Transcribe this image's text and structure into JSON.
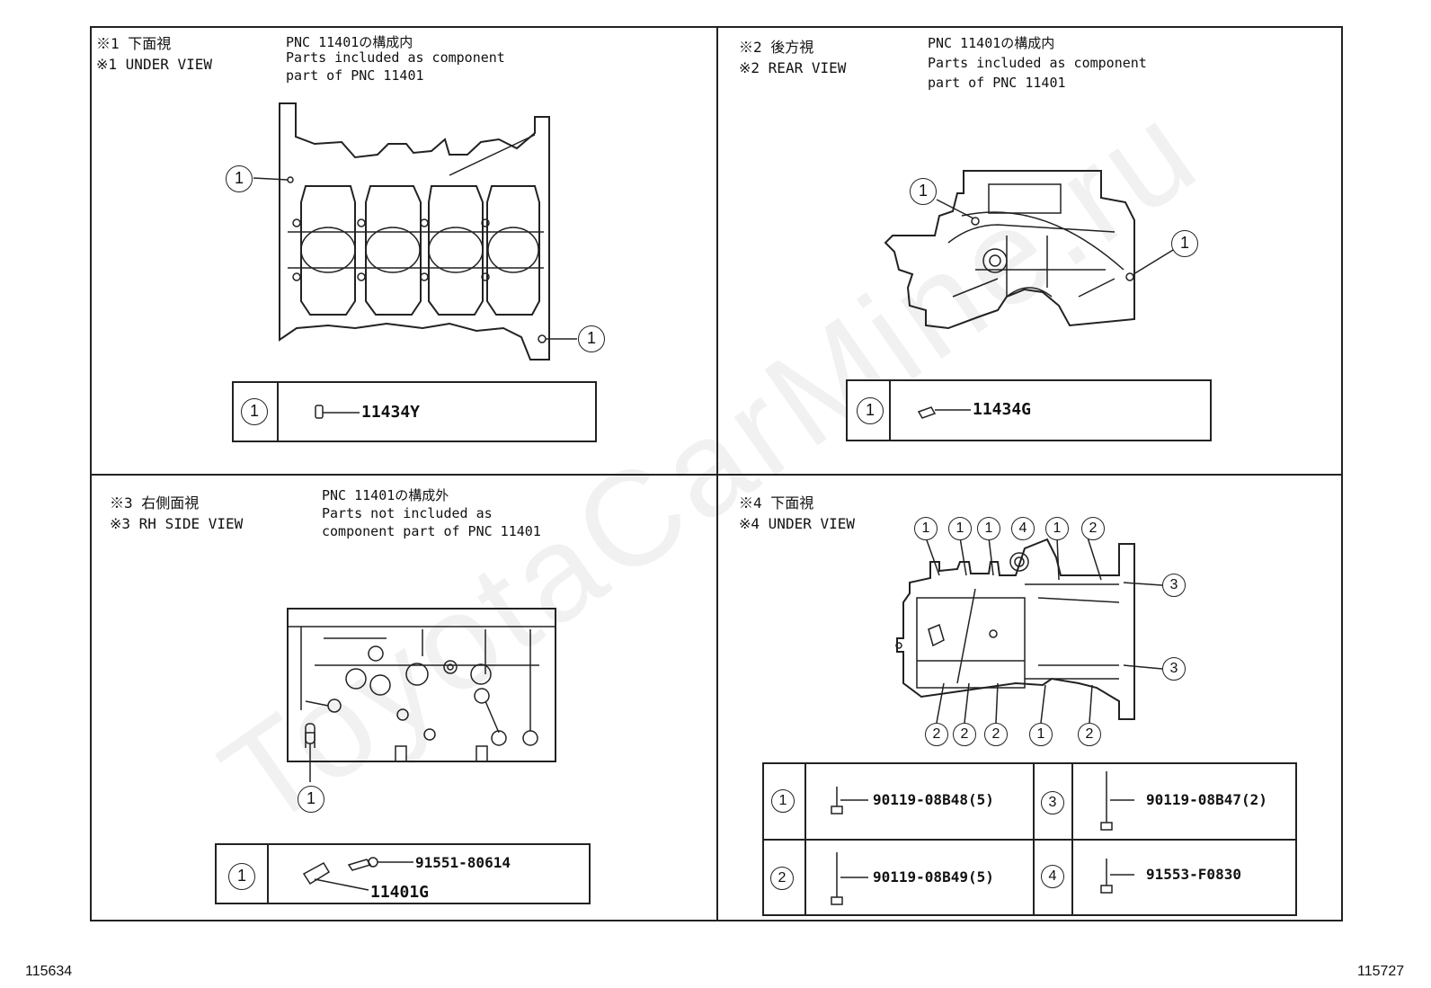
{
  "watermark": "ToyotaCarMine.ru",
  "panels": [
    {
      "view_jp": "※1 下面視",
      "view_en": "※1 UNDER VIEW",
      "note1": "PNC 11401の構成内",
      "note2": "Parts included as component",
      "note3": "part of PNC 11401",
      "callouts": [
        "1",
        "1"
      ],
      "parts": [
        {
          "num": "1",
          "part": "11434Y"
        }
      ]
    },
    {
      "view_jp": "※2 後方視",
      "view_en": "※2 REAR VIEW",
      "note1": "PNC 11401の構成内",
      "note2": "Parts included as component",
      "note3": "part of PNC 11401",
      "callouts": [
        "1",
        "1"
      ],
      "parts": [
        {
          "num": "1",
          "part": "11434G"
        }
      ]
    },
    {
      "view_jp": "※3 右側面視",
      "view_en": "※3 RH SIDE VIEW",
      "note1": "PNC 11401の構成外",
      "note2": "Parts not included as",
      "note3": "component part of PNC 11401",
      "callouts": [
        "1"
      ],
      "parts": [
        {
          "num": "1",
          "part_a": "91551-80614",
          "part_b": "11401G"
        }
      ]
    },
    {
      "view_jp": "※4 下面視",
      "view_en": "※4 UNDER VIEW",
      "callouts_top": [
        "1",
        "1",
        "1",
        "4",
        "1",
        "2"
      ],
      "callouts_right": [
        "3",
        "3"
      ],
      "callouts_bottom": [
        "2",
        "2",
        "2",
        "1",
        "2"
      ],
      "parts": [
        {
          "num": "1",
          "part": "90119-08B48(5)"
        },
        {
          "num": "3",
          "part": "90119-08B47(2)"
        },
        {
          "num": "2",
          "part": "90119-08B49(5)"
        },
        {
          "num": "4",
          "part": "91553-F0830"
        }
      ]
    }
  ],
  "footer_left": "115634",
  "footer_right": "115727"
}
